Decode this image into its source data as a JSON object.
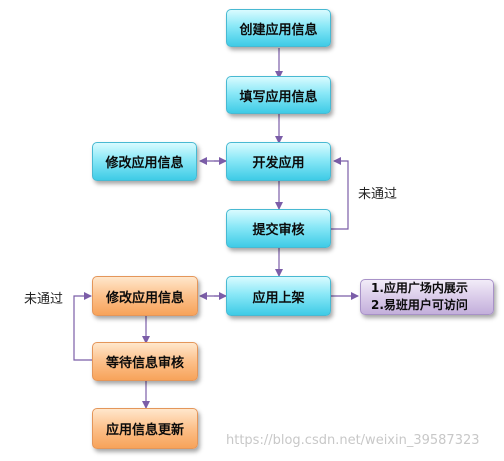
{
  "nodes": {
    "create": "创建应用信息",
    "fill": "填写应用信息",
    "develop": "开发应用",
    "modify_top": "修改应用信息",
    "submit": "提交审核",
    "publish": "应用上架",
    "modify_bottom": "修改应用信息",
    "wait_review": "等待信息审核",
    "update": "应用信息更新",
    "result_line1": "1.应用广场内展示",
    "result_line2": "2.易班用户可访问"
  },
  "labels": {
    "reject_right": "未通过",
    "reject_left": "未通过"
  },
  "watermark": "https://blog.csdn.net/weixin_39587323",
  "colors": {
    "blue_node": "#8ae8f7",
    "orange_node": "#fcc08a",
    "purple_node": "#d8c9e8",
    "connector": "#7b5da8"
  }
}
